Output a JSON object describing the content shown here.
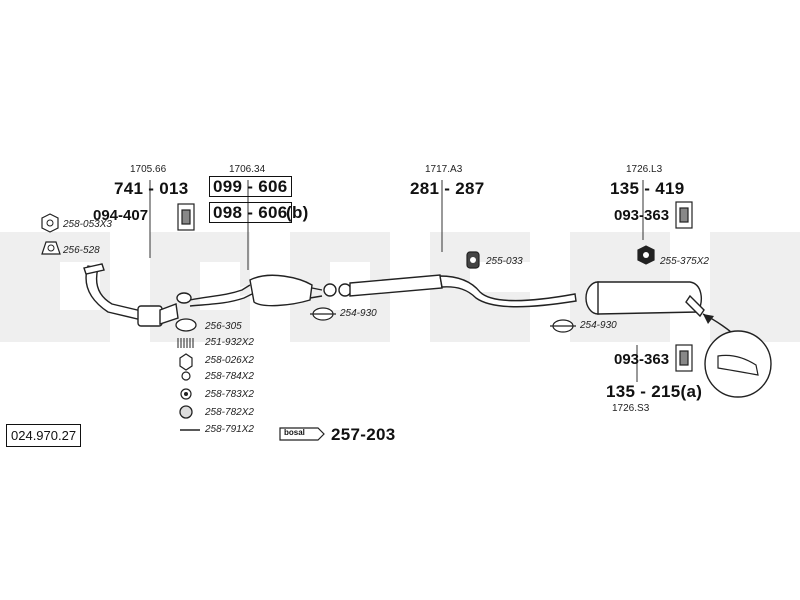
{
  "diagram": {
    "code": "024.970.27",
    "watermark": "bosal",
    "refs": {
      "r1": "1705.66",
      "r2": "1706.34",
      "r3": "1717.A3",
      "r4": "1726.L3",
      "r5": "1726.S3"
    },
    "parts": {
      "p741": "741 - 013",
      "p094": "094-407",
      "p099": "099 - 606",
      "p098": "098 - 606",
      "p098b": "(b)",
      "p281": "281 - 287",
      "p135a": "135 - 419",
      "p093a": "093-363",
      "p093b": "093-363",
      "p135b": "135 - 215(a)",
      "p257": "257-203"
    },
    "small_parts": {
      "s1": "258-053X3",
      "s2": "256-528",
      "s3": "256-305",
      "s4": "251-932X2",
      "s5": "258-026X2",
      "s6": "258-784X2",
      "s7": "258-783X2",
      "s8": "258-782X2",
      "s9": "258-791X2",
      "s10": "254-930",
      "s11": "255-033",
      "s12": "255-375X2",
      "s13": "254-930"
    },
    "brand_label": "bosal"
  }
}
